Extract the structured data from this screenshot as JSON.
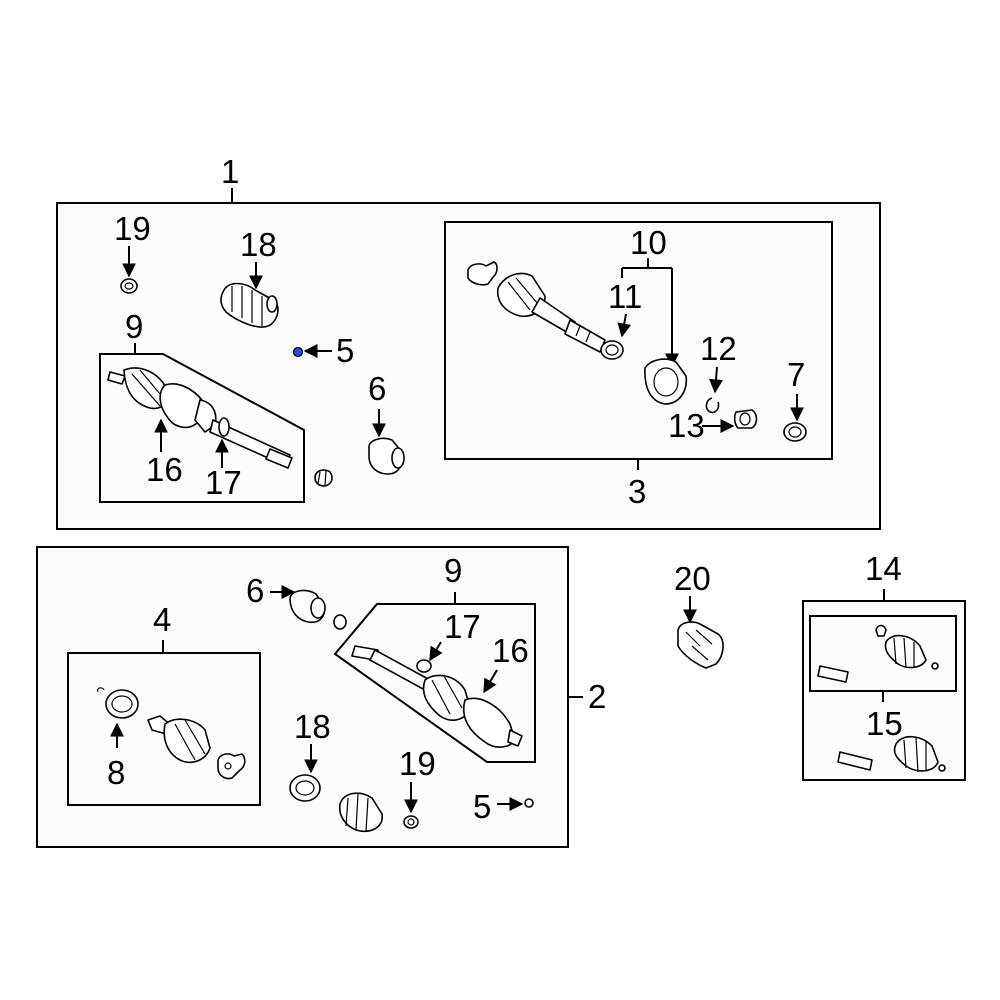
{
  "callouts": {
    "c1": "1",
    "c2": "2",
    "c3": "3",
    "c4": "4",
    "c5a": "5",
    "c5b": "5",
    "c6a": "6",
    "c6b": "6",
    "c7": "7",
    "c8": "8",
    "c9a": "9",
    "c9b": "9",
    "c10": "10",
    "c11": "11",
    "c12": "12",
    "c13": "13",
    "c14": "14",
    "c15": "15",
    "c16a": "16",
    "c16b": "16",
    "c17a": "17",
    "c17b": "17",
    "c18a": "18",
    "c18b": "18",
    "c19a": "19",
    "c19b": "19",
    "c20": "20"
  },
  "colors": {
    "highlight": "#2a4bd7",
    "line": "#000000",
    "box_fill": "#fcfcfc"
  }
}
